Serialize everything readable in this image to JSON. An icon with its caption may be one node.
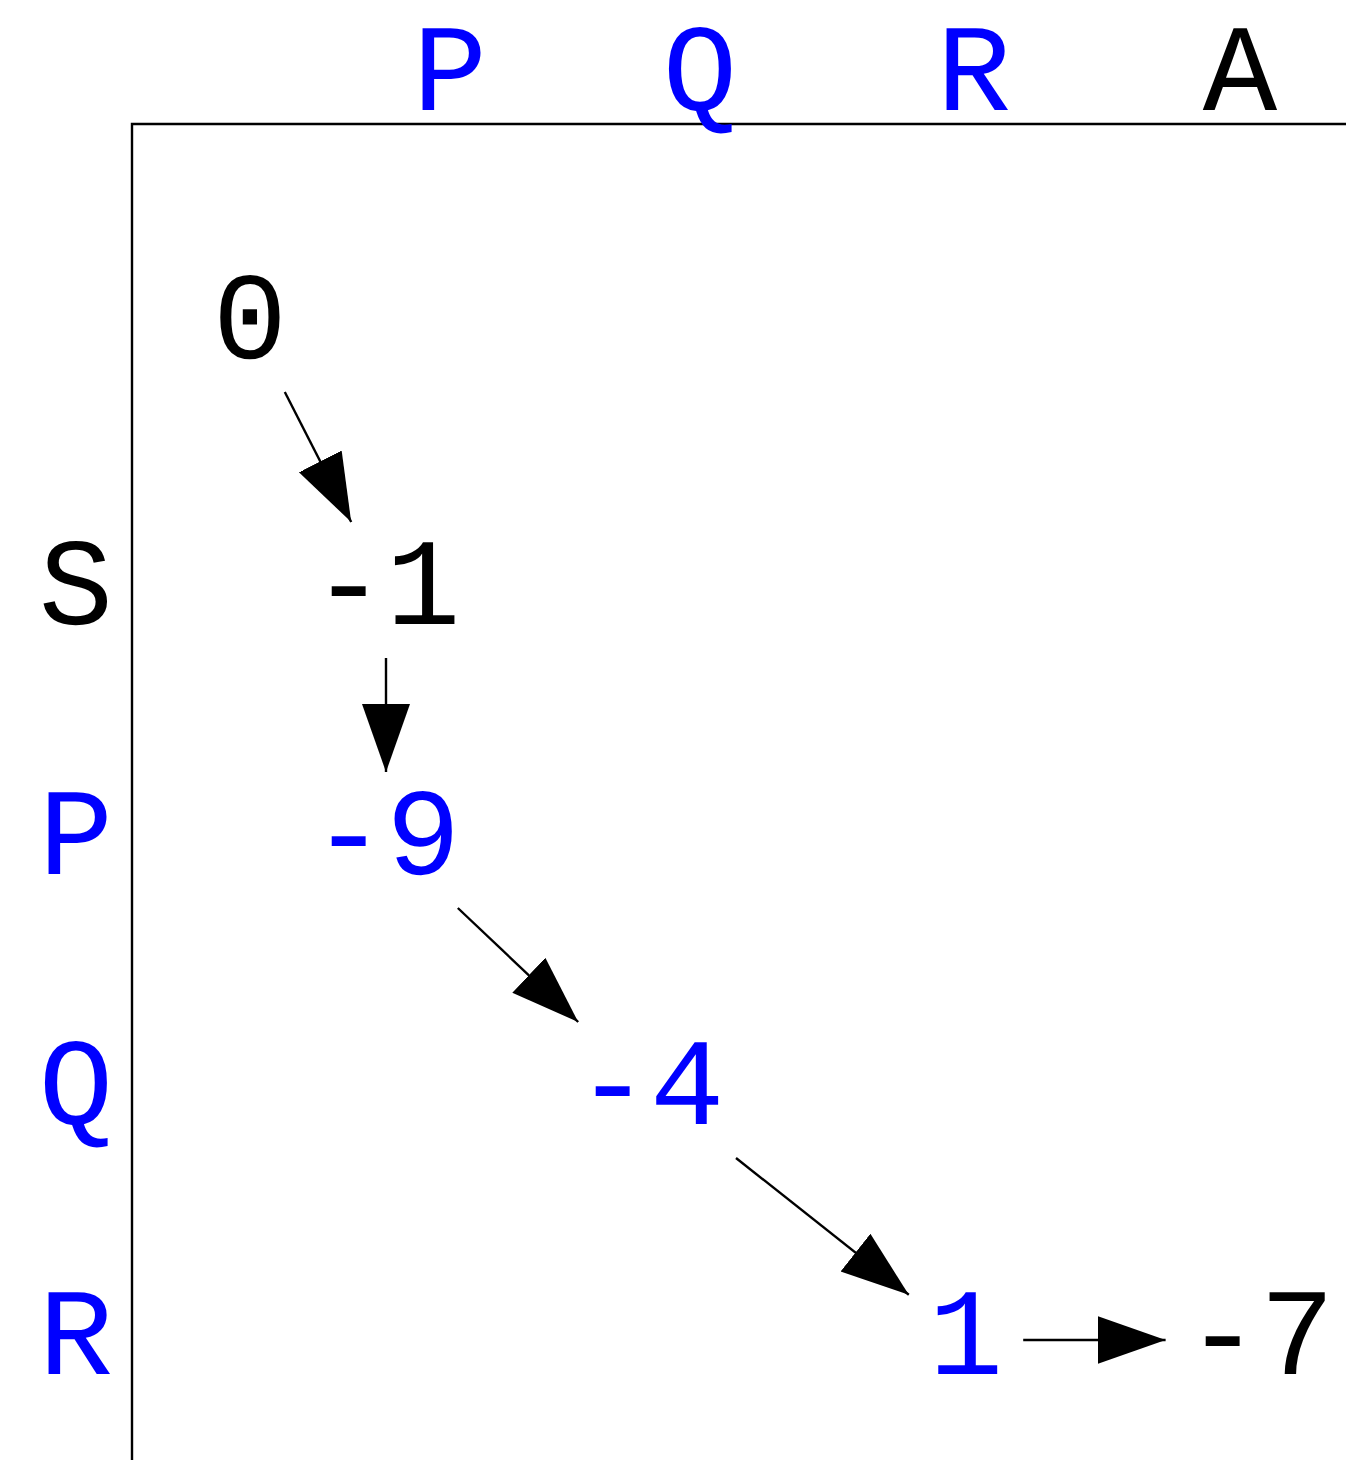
{
  "diagram": {
    "nodes": [
      {
        "text": [
          "0"
        ]
      },
      {
        "text": [
          "-1"
        ]
      },
      {
        "text": [
          "-9"
        ]
      },
      {
        "text": [
          "-4"
        ]
      },
      {
        "text": [
          "1"
        ]
      },
      {
        "text": [
          "-7"
        ]
      }
    ],
    "edges": [
      {
        "from": 0,
        "to": 1,
        "arrow": "to"
      },
      {
        "from": 1,
        "to": 2,
        "arrow": "to"
      },
      {
        "from": 2,
        "to": 3,
        "arrow": "to"
      },
      {
        "from": 3,
        "to": 4,
        "arrow": "to"
      },
      {
        "from": 4,
        "to": 5,
        "arrow": "to"
      }
    ],
    "labels": [
      "P",
      "Q",
      "R",
      "A",
      "S",
      "P",
      "Q",
      "R"
    ]
  }
}
